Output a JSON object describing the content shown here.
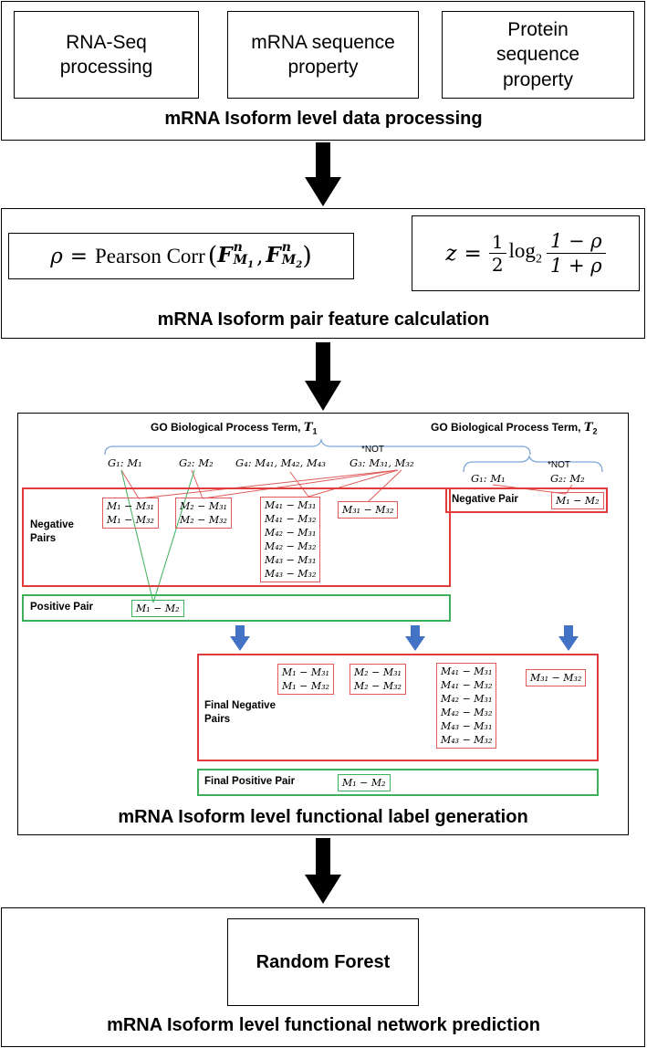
{
  "stage1": {
    "title": "mRNA Isoform level data processing",
    "boxes": [
      {
        "line1": "RNA-Seq",
        "line2": "processing"
      },
      {
        "line1": "mRNA sequence",
        "line2": "property"
      },
      {
        "line1": "Protein",
        "line2": "sequence",
        "line3": "property"
      }
    ]
  },
  "stage2": {
    "title": "mRNA Isoform pair feature calculation",
    "formula1": {
      "lhs": "ρ",
      "op": "=",
      "name": "Pearson Corr",
      "arg1": "F",
      "arg1_sup": "n",
      "arg1_sub": "M",
      "arg1_subsub": "1",
      "arg2": "F",
      "arg2_sup": "n",
      "arg2_sub": "M",
      "arg2_subsub": "2"
    },
    "formula2": {
      "lhs": "z",
      "op": "=",
      "half_num": "1",
      "half_den": "2",
      "log": "log",
      "log_base": "2",
      "num": "1 − ρ",
      "den": "1 + ρ"
    }
  },
  "stage3": {
    "title": "mRNA Isoform level functional label generation",
    "go_term_1": {
      "label": "GO Biological Process Term, ",
      "var": "T",
      "sub": "1"
    },
    "go_term_2": {
      "label": "GO Biological Process Term, ",
      "var": "T",
      "sub": "2"
    },
    "genes_t1": [
      "G₁: M₁",
      "G₂: M₂",
      "G₄: M₄₁, M₄₂, M₄₃",
      "G₃: M₃₁, M₃₂"
    ],
    "genes_t2": [
      "G₁: M₁",
      "G₂: M₂"
    ],
    "not_label": "*NOT",
    "negative_pairs_label": "Negative Pairs",
    "negative_pair_label_t2": "Negative Pair",
    "positive_pair_label": "Positive Pair",
    "final_negative_label": "Final Negative Pairs",
    "final_positive_label": "Final Positive Pair",
    "neg_groups": [
      [
        "M₁ − M₃₁",
        "M₁ − M₃₂"
      ],
      [
        "M₂ − M₃₁",
        "M₂ − M₃₂"
      ],
      [
        "M₄₁ − M₃₁",
        "M₄₁ − M₃₂",
        "M₄₂ − M₃₁",
        "M₄₂ − M₃₂",
        "M₄₃ − M₃₁",
        "M₄₃ − M₃₂"
      ],
      [
        "M₃₁ − M₃₂"
      ]
    ],
    "neg_t2": "M₁ − M₂",
    "pos_pair": "M₁ − M₂"
  },
  "stage4": {
    "title": "mRNA Isoform level functional network prediction",
    "model": "Random Forest"
  },
  "colors": {
    "negative": "#e03c3c",
    "positive": "#3cb05a",
    "down_arrow": "#4472c4",
    "brace": "#7fa7d9"
  }
}
